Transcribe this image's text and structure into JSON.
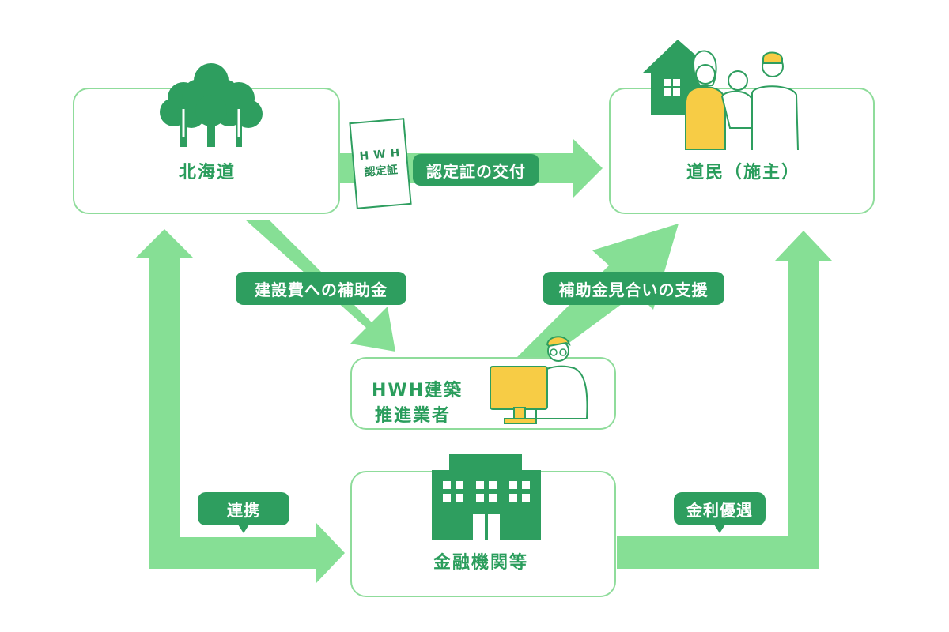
{
  "nodes": {
    "hokkaido": "北海道",
    "citizens": "道民（施主）",
    "builder_line1": "HWH建築",
    "builder_line2": "推進業者",
    "finance": "金融機関等"
  },
  "labels": {
    "cert_issue": "認定証の交付",
    "construction_subsidy": "建設費への補助金",
    "support": "補助金見合いの支援",
    "cooperation": "連携",
    "interest_benefit": "金利優遇"
  },
  "certificate": {
    "line1": "HWH",
    "line2": "認定証"
  },
  "colors": {
    "arrow": "#86df95",
    "dark_green": "#2e9e5f",
    "box_border": "#8fdc9b",
    "yellow": "#f7cc45"
  }
}
